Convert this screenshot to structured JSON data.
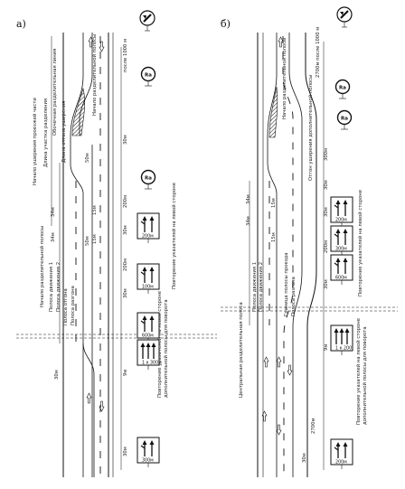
{
  "panels": [
    {
      "id": "a",
      "panel_label": "а)",
      "round_sign_text": "Ra",
      "section_labels": {
        "before_1000": "после 1000 м",
        "start_lane": "Начало разделительной полосы",
        "start_median": "Обочечная разделительная линия",
        "length_lane_left": "Длина участка разделения",
        "length_lane": "Длина отгона уширения",
        "mid_note": "Начало уширения проезжей части",
        "repeat_right": "Повторение указателей на левой стороне",
        "median_end": "Начало разделительной полосы",
        "left_turn_a": "Полоса движения 1",
        "left_turn_b": "Полоса движения 2",
        "merge_a": "Полоса отгона",
        "merge_b": "Полоса разгона",
        "bottom_note_1": "Повторение указателей на левой стороне",
        "bottom_note_2": "дополнительной полосы для поворота"
      },
      "distance_labels": [
        "30м",
        "30м",
        "30м",
        "50м",
        "50м",
        "200м",
        "200м",
        "9м",
        "30м",
        "34м",
        "34м",
        "15м",
        "15м",
        "30м"
      ],
      "signs": [
        "200м",
        "100м",
        "600м",
        "1 к 300м",
        "300м"
      ]
    },
    {
      "id": "b",
      "panel_label": "б)",
      "round_sign_text": "Ra",
      "section_labels": {
        "before_1000": "2700м после 1000 м",
        "start_lane": "Начало разделительной полосы",
        "length_lane": "Отгон уширения дополнительной полосы",
        "repeat_right": "Повторение указателей на левой стороне",
        "median_end": "Центральная разделительная полоса",
        "left_turn_a": "Полоса движения 1",
        "left_turn_b": "Полоса движения 2",
        "merge_a": "Граница полосы проезда",
        "merge_b": "Полоса разгона",
        "bottom_note_1": "Повторение указателей на левой стороне",
        "bottom_note_2": "дополнительной полосы для поворота",
        "dist_2": "2700м"
      },
      "distance_labels": [
        "30м",
        "30м",
        "30м",
        "34м",
        "34м",
        "300м",
        "15м",
        "15м",
        "30м",
        "200м",
        "9м"
      ],
      "signs": [
        "200м",
        "300м",
        "600м",
        "1 к 200",
        "200м"
      ]
    }
  ],
  "icons": {
    "no_entry_icon": "no-overtaking-end-icon",
    "round_sign_icon": "round-road-sign-icon",
    "direction_sign_icon": "lane-direction-sign-icon",
    "lane_arrow_icon": "lane-arrow-icon"
  }
}
